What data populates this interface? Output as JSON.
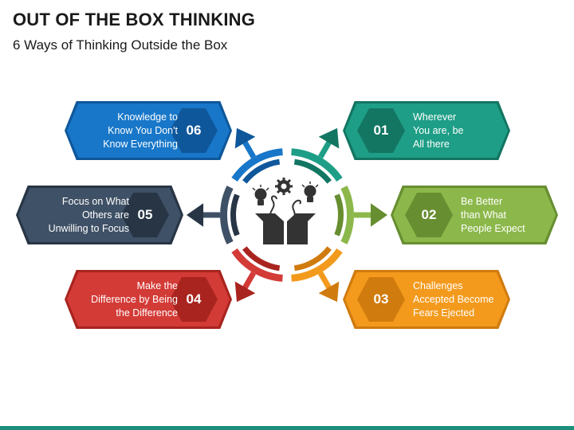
{
  "title": "OUT OF THE BOX THINKING",
  "subtitle": "6 Ways of Thinking Outside the Box",
  "items": [
    {
      "num": "01",
      "lines": [
        "Wherever",
        "You are, be",
        "All there"
      ],
      "color": "#1e9e86",
      "dark": "#137662"
    },
    {
      "num": "02",
      "lines": [
        "Be Better",
        "than What",
        "People Expect"
      ],
      "color": "#8cb84b",
      "dark": "#678e30"
    },
    {
      "num": "03",
      "lines": [
        "Challenges",
        "Accepted Become",
        "Fears Ejected"
      ],
      "color": "#f39a1d",
      "dark": "#d07b0e"
    },
    {
      "num": "04",
      "lines": [
        "Make the",
        "Difference by Being",
        "the Difference"
      ],
      "color": "#d33b37",
      "dark": "#a9241f"
    },
    {
      "num": "05",
      "lines": [
        "Focus on What",
        "Others are",
        "Unwilling to Focus"
      ],
      "color": "#3f5166",
      "dark": "#273545"
    },
    {
      "num": "06",
      "lines": [
        "Knowledge to",
        "Know You Don't",
        "Know Everything"
      ],
      "color": "#1877c9",
      "dark": "#0f579b"
    }
  ],
  "icons": [
    "lightbulb-icon",
    "gear-icon",
    "lightbulb-icon",
    "open-box-icon"
  ],
  "accent_color": "#1b8f7b"
}
